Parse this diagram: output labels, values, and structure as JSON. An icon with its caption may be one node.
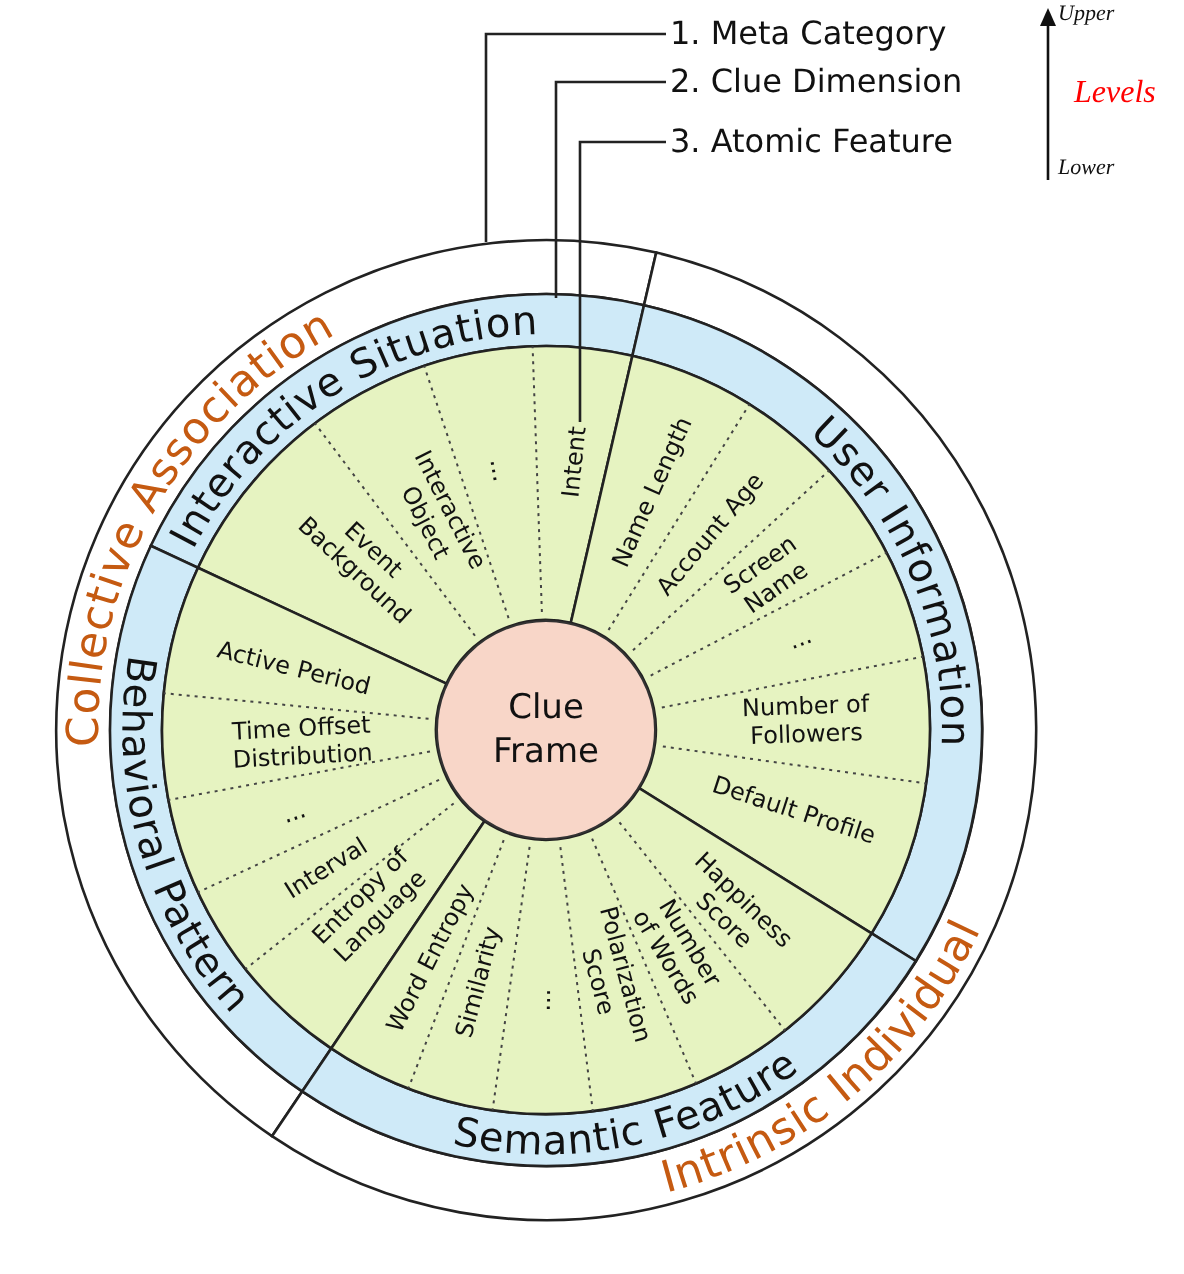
{
  "diagram": {
    "nodes": [
      {
        "text": [
          "1. Meta Category"
        ]
      },
      {
        "text": [
          "2. Clue Dimension"
        ]
      },
      {
        "text": [
          "3. Atomic Feature"
        ]
      },
      {
        "text": [
          "Collective Association"
        ]
      },
      {
        "text": [
          "Interactive Situation"
        ],
        "in": 3
      },
      {
        "text": [
          "Event Background"
        ],
        "in": 4
      },
      {
        "text": [
          "Interactive Object"
        ],
        "in": 4
      },
      {
        "text": [
          "..."
        ],
        "in": 4
      },
      {
        "text": [
          "Intent"
        ],
        "in": 4
      },
      {
        "text": [
          "Behavioral Pattern"
        ],
        "in": 3
      },
      {
        "text": [
          "Active Period"
        ],
        "in": 9
      },
      {
        "text": [
          "Time Offset Distribution"
        ],
        "in": 9
      },
      {
        "text": [
          "..."
        ],
        "in": 9
      },
      {
        "text": [
          "Interval"
        ],
        "in": 9
      },
      {
        "text": [
          "Entropy of Language"
        ],
        "in": 9
      },
      {
        "text": [
          "Intrinsic Individual"
        ]
      },
      {
        "text": [
          "User Information"
        ],
        "in": 15
      },
      {
        "text": [
          "Name Length"
        ],
        "in": 16
      },
      {
        "text": [
          "Account Age"
        ],
        "in": 16
      },
      {
        "text": [
          "Screen Name"
        ],
        "in": 16
      },
      {
        "text": [
          "..."
        ],
        "in": 16
      },
      {
        "text": [
          "Number of Followers"
        ],
        "in": 16
      },
      {
        "text": [
          "Default Profile"
        ],
        "in": 16
      },
      {
        "text": [
          "Semantic Feature"
        ],
        "in": 15
      },
      {
        "text": [
          "Happiness Score"
        ],
        "in": 23
      },
      {
        "text": [
          "Number of Words"
        ],
        "in": 23
      },
      {
        "text": [
          "Polarization Score"
        ],
        "in": 23
      },
      {
        "text": [
          "..."
        ],
        "in": 23
      },
      {
        "text": [
          "Similarity"
        ],
        "in": 23
      },
      {
        "text": [
          "Word Entropy"
        ],
        "in": 23
      },
      {
        "text": [
          "Clue Frame"
        ]
      }
    ],
    "edges": [
      {
        "from": 0,
        "to": 3,
        "arrow": "none"
      },
      {
        "from": 1,
        "to": 4,
        "arrow": "none"
      },
      {
        "from": 2,
        "to": 8,
        "arrow": "none"
      }
    ],
    "labels": [
      "Upper",
      "Levels",
      "Lower"
    ]
  }
}
